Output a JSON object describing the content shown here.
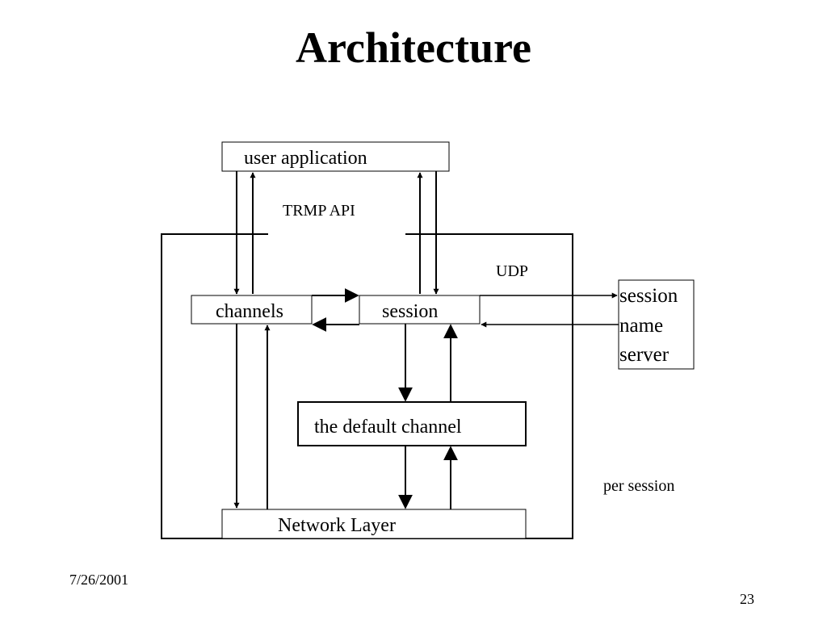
{
  "slide": {
    "title": "Architecture",
    "date": "7/26/2001",
    "page_number": "23"
  },
  "diagram": {
    "nodes": {
      "user_application": "user application",
      "channels": "channels",
      "session": "session",
      "default_channel": "the default channel",
      "network_layer": "Network Layer",
      "session_name_server": [
        "session",
        "name",
        "server"
      ]
    },
    "labels": {
      "trmp_api": "TRMP API",
      "udp": "UDP",
      "per_session": "per session"
    }
  }
}
